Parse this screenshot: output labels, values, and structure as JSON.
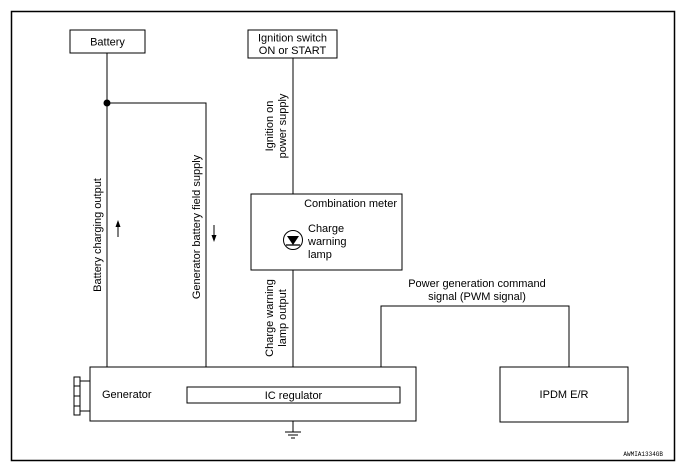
{
  "components": {
    "battery": "Battery",
    "ignition_switch": [
      "Ignition switch",
      "ON or START"
    ],
    "combination_meter": "Combination meter",
    "charge_warning_lamp": [
      "Charge",
      "warning",
      "lamp"
    ],
    "generator": "Generator",
    "ic_regulator": "IC regulator",
    "ipdm": "IPDM E/R"
  },
  "signals": {
    "battery_charging_output": "Battery charging output",
    "generator_battery_field_supply": "Generator battery field supply",
    "ignition_on_power_supply": [
      "Ignition on",
      "power supply"
    ],
    "charge_warning_lamp_output": [
      "Charge warning",
      "lamp output"
    ],
    "power_generation_command": [
      "Power generation command",
      "signal (PWM signal)"
    ]
  },
  "figure_code": "AWMIA1334GB"
}
